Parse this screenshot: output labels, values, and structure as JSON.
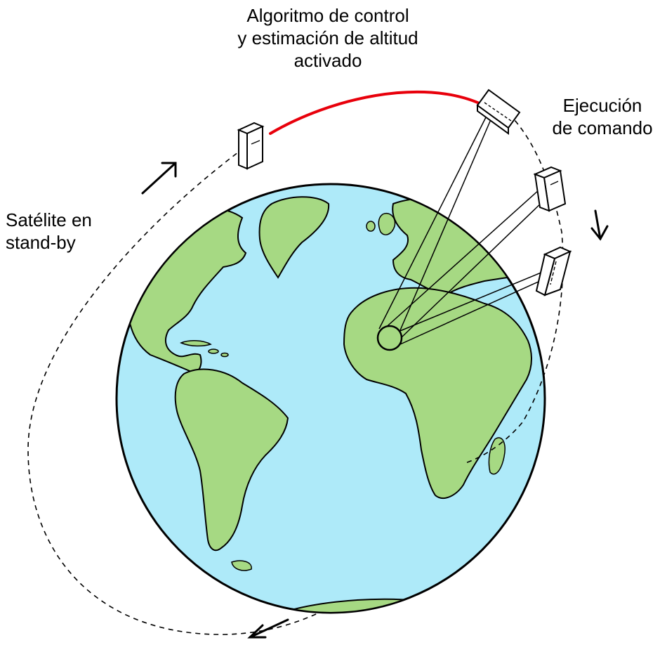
{
  "labels": {
    "top": [
      "Algoritmo de control",
      "y estimación de altitud",
      "activado"
    ],
    "right": [
      "Ejecución",
      "de comando"
    ],
    "left": [
      "Satélite en",
      "stand-by"
    ]
  },
  "colors": {
    "ocean": "#aeeaf9",
    "land": "#a6d983",
    "outline": "#000000",
    "active_arc": "#e8000b",
    "background": "#ffffff"
  },
  "elements": {
    "earth": "globe",
    "satellite_count": 4,
    "ground_station": "ground-station-circle"
  }
}
